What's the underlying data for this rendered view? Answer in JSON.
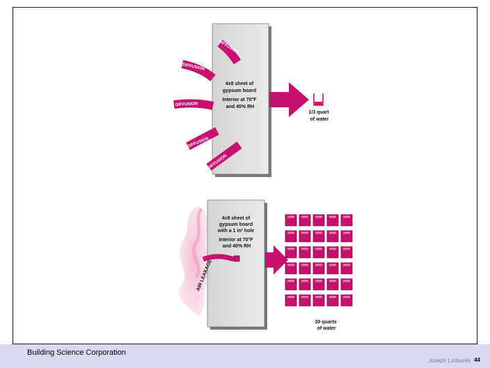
{
  "diagram_top": {
    "board_lines": [
      "4x8 sheet of",
      "gypsum board",
      "Interior at 70°F",
      "and 40% RH"
    ],
    "arrow_labels": [
      "DIFFUSION",
      "DIFFUSION",
      "DIFFUSION",
      "DIFFUSION",
      "DIFFUSION"
    ],
    "result_lines": [
      "1/3 quart",
      "of water"
    ]
  },
  "diagram_bottom": {
    "board_lines": [
      "4x8 sheet of",
      "gypsum board",
      "with a 1 in² hole",
      "Interior at 70°F",
      "and 40% RH"
    ],
    "leak_label": "AIR LEAKAGE",
    "result_lines": [
      "30 quarts",
      "of water"
    ],
    "quarts_count": 30
  },
  "footer": {
    "organization": "Building Science Corporation",
    "author": "Joseph Lstiburek",
    "page_number": "44"
  },
  "colors": {
    "accent": "#c8106f",
    "board": "#e2e2e2",
    "footer_bg": "#d7daf0"
  }
}
